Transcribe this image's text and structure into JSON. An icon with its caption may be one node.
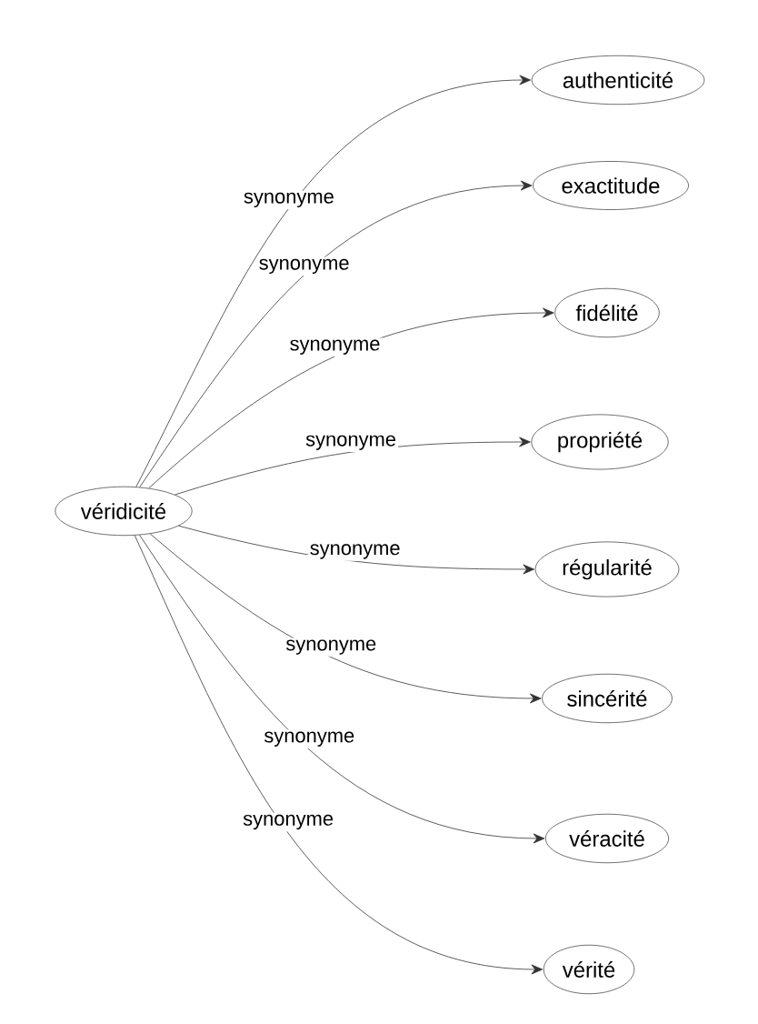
{
  "diagram": {
    "nodes": [
      {
        "text": [
          "véridicité"
        ]
      },
      {
        "text": [
          "authenticité"
        ]
      },
      {
        "text": [
          "exactitude"
        ]
      },
      {
        "text": [
          "fidélité"
        ]
      },
      {
        "text": [
          "propriété"
        ]
      },
      {
        "text": [
          "régularité"
        ]
      },
      {
        "text": [
          "sincérité"
        ]
      },
      {
        "text": [
          "véracité"
        ]
      },
      {
        "text": [
          "vérité"
        ]
      }
    ],
    "edges": [
      {
        "from": 0,
        "to": 1,
        "arrow": "to",
        "label": "synonyme"
      },
      {
        "from": 0,
        "to": 2,
        "arrow": "to",
        "label": "synonyme"
      },
      {
        "from": 0,
        "to": 3,
        "arrow": "to",
        "label": "synonyme"
      },
      {
        "from": 0,
        "to": 4,
        "arrow": "to",
        "label": "synonyme"
      },
      {
        "from": 0,
        "to": 5,
        "arrow": "to",
        "label": "synonyme"
      },
      {
        "from": 0,
        "to": 6,
        "arrow": "to",
        "label": "synonyme"
      },
      {
        "from": 0,
        "to": 7,
        "arrow": "to",
        "label": "synonyme"
      },
      {
        "from": 0,
        "to": 8,
        "arrow": "to",
        "label": "synonyme"
      }
    ]
  }
}
